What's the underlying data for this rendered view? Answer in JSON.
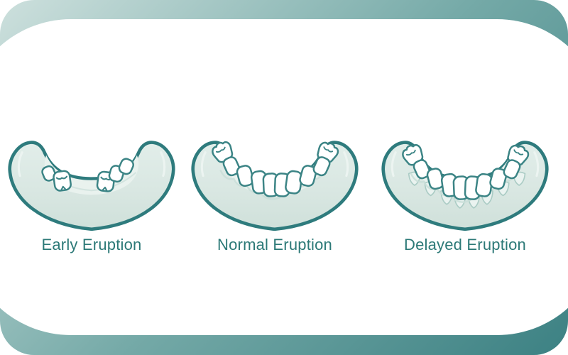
{
  "figures": [
    {
      "id": "early-eruption",
      "label": "Early Eruption",
      "depicts": "lower jaw with only five erupted teeth in two separated groups and an empty gum ridge between them"
    },
    {
      "id": "normal-eruption",
      "label": "Normal Eruption",
      "depicts": "lower jaw with a full arch of erupted teeth"
    },
    {
      "id": "delayed-eruption",
      "label": "Delayed Eruption",
      "depicts": "lower jaw with a full arch of teeth plus pale unerupted tooth buds showing beneath the gum line"
    }
  ],
  "colors": {
    "frame_gradient_start": "#cde0dd",
    "frame_gradient_mid": "#74a9a7",
    "frame_gradient_end": "#3c8183",
    "panel": "#ffffff",
    "jaw_fill": "#dbe8e4",
    "jaw_outline": "#2e7b7d",
    "gum_highlight": "#e9f2ee",
    "tooth_fill": "#ffffff",
    "tooth_outline": "#3b8485",
    "unerupted_tooth_fill": "#eaf3f0",
    "unerupted_tooth_outline": "#abccc5",
    "scallop_line": "#c9ded8",
    "label_text": "#2c7977"
  }
}
